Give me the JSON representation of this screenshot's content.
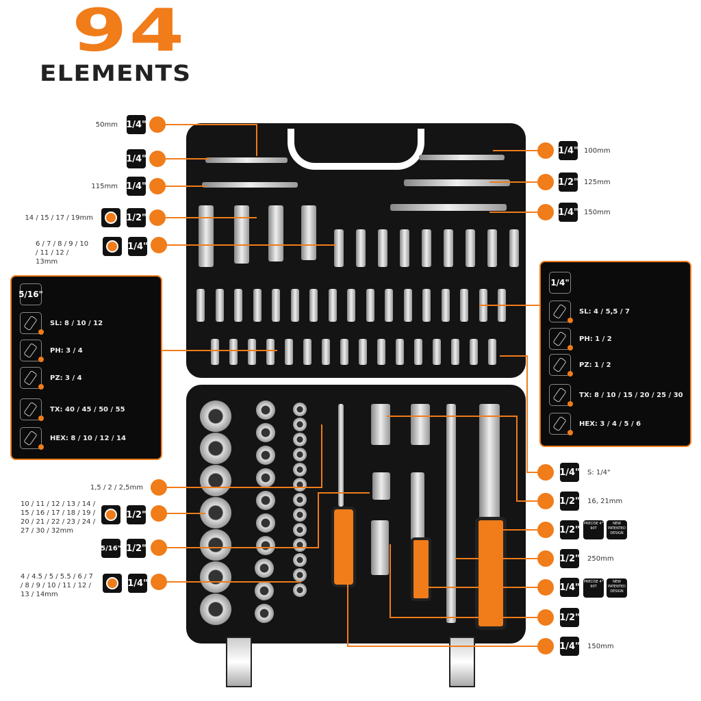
{
  "header": {
    "count": "94",
    "subtitle": "ELEMENTS"
  },
  "colors": {
    "accent": "#f07c1a",
    "dark": "#111111"
  },
  "left_callouts": [
    {
      "text": "50mm",
      "drive": "1/4\""
    },
    {
      "text": "",
      "drive": "1/4\""
    },
    {
      "text": "115mm",
      "drive": "1/4\""
    },
    {
      "text": "14 / 15 / 17 / 19mm",
      "drive": "1/2\"",
      "icon": "hex-socket-icon"
    },
    {
      "text": "6 / 7 / 8 / 9 / 10 / 11 / 12 / 13mm",
      "drive": "1/4\"",
      "icon": "hex-socket-icon"
    },
    {
      "text": "1,5 / 2 / 2,5mm",
      "drive": ""
    },
    {
      "text": "10 / 11 / 12 / 13 / 14 / 15 / 16 / 17 / 18 / 19 / 20 / 21 / 22 / 23 / 24 / 27 / 30 / 32mm",
      "drive": "1/2\"",
      "icon": "hex-socket-icon"
    },
    {
      "text": "5/16\"",
      "drive": "1/2\""
    },
    {
      "text": "4 / 4.5 / 5 / 5.5 / 6 / 7 / 8 / 9 / 10 / 11 / 12 / 13 / 14mm",
      "drive": "1/4\"",
      "icon": "hex-socket-icon"
    }
  ],
  "left_panel": {
    "drive": "5/16\"",
    "items": [
      "SL: 8 / 10 / 12",
      "PH: 3 / 4",
      "PZ: 3 / 4",
      "TX: 40 / 45 / 50 / 55",
      "HEX: 8 / 10 / 12 / 14"
    ]
  },
  "right_panel": {
    "drive": "1/4\"",
    "items": [
      "SL: 4 / 5,5 / 7",
      "PH: 1 / 2",
      "PZ: 1 / 2",
      "TX: 8 / 10 / 15 / 20 / 25 / 30",
      "HEX: 3 / 4 / 5 / 6"
    ]
  },
  "right_callouts": [
    {
      "drive": "1/4\"",
      "text": "100mm"
    },
    {
      "drive": "1/2\"",
      "text": "125mm"
    },
    {
      "drive": "1/4\"",
      "text": "150mm"
    },
    {
      "drive": "1/4\"",
      "text": "S: 1/4\""
    },
    {
      "drive": "1/2\"",
      "text": "16, 21mm"
    },
    {
      "drive": "1/2\"",
      "text": "",
      "badges": [
        "PRECISE 4° 90T",
        "NEW PATENTED DESIGN"
      ]
    },
    {
      "drive": "1/2\"",
      "text": "250mm"
    },
    {
      "drive": "1/4\"",
      "text": "",
      "badges": [
        "PRECISE 4° 90T",
        "NEW PATENTED DESIGN"
      ]
    },
    {
      "drive": "1/2\"",
      "text": ""
    },
    {
      "drive": "1/4\"",
      "text": "150mm"
    }
  ]
}
